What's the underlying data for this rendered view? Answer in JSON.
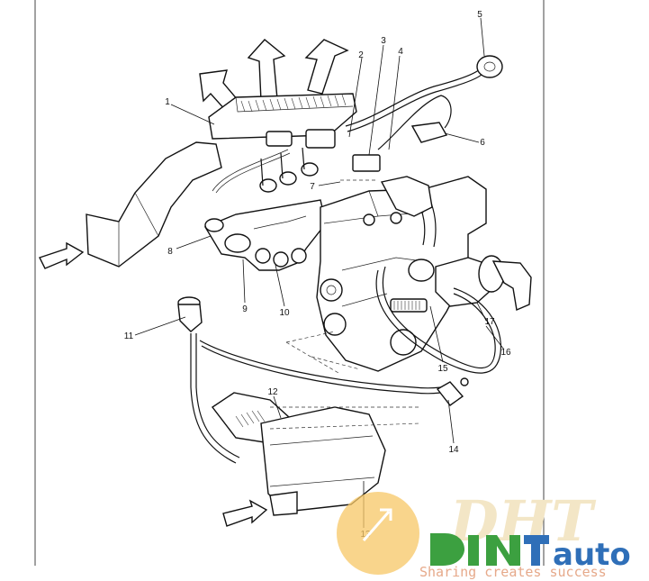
{
  "diagram": {
    "callouts": [
      "1",
      "2",
      "3",
      "4",
      "5",
      "6",
      "7",
      "8",
      "9",
      "10",
      "11",
      "12",
      "13",
      "14",
      "15",
      "16",
      "17"
    ]
  },
  "watermark": {
    "brand_large": "DHT",
    "brand_small": "auto",
    "slogan": "Sharing creates success",
    "colors": {
      "circle": "#f7c766",
      "auto": "#2f6fb8",
      "slogan": "#e6a98a"
    }
  }
}
